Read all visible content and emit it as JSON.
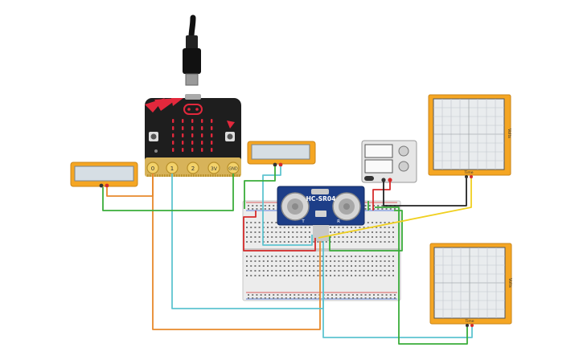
{
  "microbit": {
    "pin_labels": [
      "0",
      "1",
      "2",
      "3V",
      "GND"
    ],
    "led_color": "#e3283c",
    "board_color": "#1e1e1e"
  },
  "sensor": {
    "model_label": "HC-SR04",
    "pin_label_left": "T",
    "pin_label_right": "R",
    "board_color": "#1d3e88"
  },
  "power_supply": {
    "body_color": "#e6e6e6"
  },
  "oscilloscopes": [
    {
      "side_label": "Volts",
      "bottom_label": "Time"
    },
    {
      "side_label": "Volts",
      "bottom_label": "Time"
    }
  ],
  "colors": {
    "device_frame": "#f5a623",
    "wire_orange": "#e8892c",
    "wire_cyan": "#5ec4d0",
    "wire_green": "#3aad3a",
    "wire_red": "#d62b2b",
    "wire_black": "#222222",
    "wire_yellow": "#f0d020"
  },
  "icons": {
    "usb_cable": "usb-cable-icon",
    "button_a": "push-button-icon",
    "button_b": "push-button-icon"
  }
}
